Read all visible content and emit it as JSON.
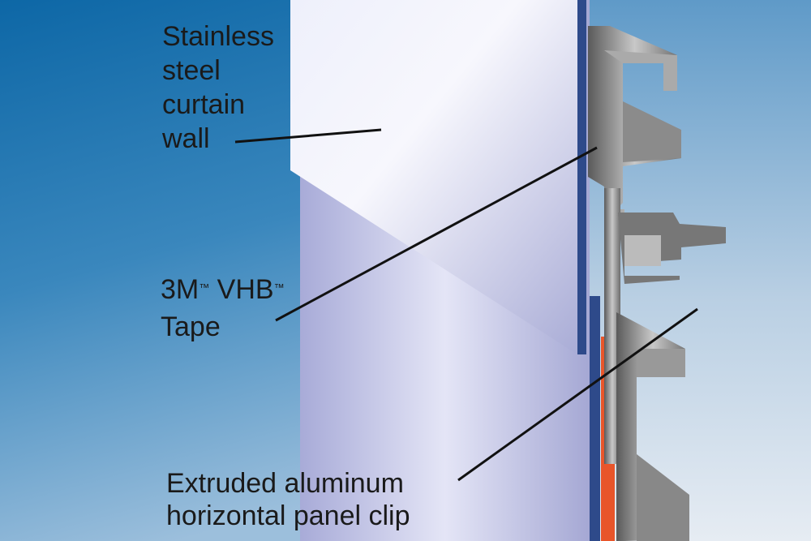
{
  "labels": {
    "curtain_wall": [
      "Stainless",
      "steel",
      "curtain",
      "wall"
    ],
    "tape": {
      "line1_a": "3M",
      "tm": "™",
      "line1_b": " VHB",
      "line2": "Tape"
    },
    "clip": [
      "Extruded aluminum",
      "horizontal panel clip"
    ]
  },
  "colors": {
    "background_dark": "#0f6aa8",
    "panel": "#c9c9ea",
    "panel_edge": "#2e4a8a",
    "tape": "#e8552a",
    "clip": "#8a8a8a"
  }
}
